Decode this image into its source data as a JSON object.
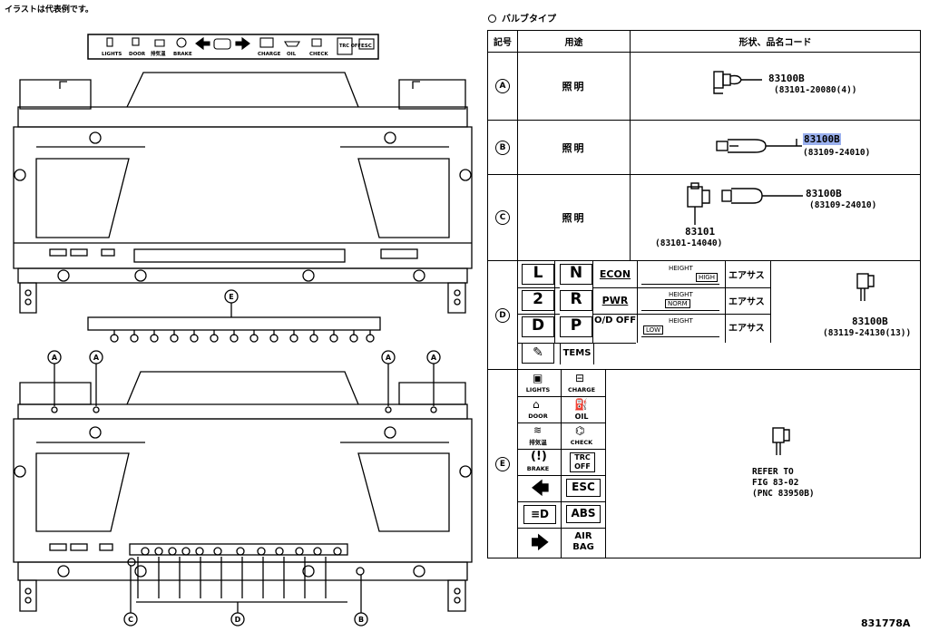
{
  "page": {
    "note": "イラストは代表例です。",
    "section_title": "バルブタイプ",
    "figure_code": "831778A"
  },
  "callouts": {
    "a": "A",
    "b": "B",
    "c": "C",
    "d": "D",
    "e": "E"
  },
  "strip_labels": {
    "lights": "LIGHTS",
    "door": "DOOR",
    "hazard": "排気温",
    "brake": "BRAKE",
    "charge": "CHARGE",
    "oil": "OIL",
    "check": "CHECK",
    "trc_off": "TRC OFF",
    "esc": "ESC"
  },
  "table": {
    "headers": {
      "symbol": "記号",
      "use": "用途",
      "shape": "形状、品名コード"
    },
    "rows": [
      {
        "symbol": "A",
        "use": "照明",
        "part": "83100B",
        "code": "(83101-20080(4))"
      },
      {
        "symbol": "B",
        "use": "照明",
        "part": "83100B",
        "code": "(83109-24010)"
      },
      {
        "symbol": "C",
        "use": "照明",
        "part": "83100B",
        "code": "(83109-24010)",
        "part2": "83101",
        "code2": "(83101-14040)"
      },
      {
        "symbol": "D",
        "part": "83100B",
        "code": "(83119-24130(13))"
      },
      {
        "symbol": "E",
        "refer": [
          "REFER TO",
          "FIG 83-02",
          "(PNC 83950B)"
        ]
      }
    ]
  },
  "d_indicators": {
    "l": "L",
    "n": "N",
    "two": "2",
    "r": "R",
    "d": "D",
    "p": "P",
    "econ": "ECON",
    "pwr": "PWR",
    "od_off": "O/D OFF",
    "height": "HEIGHT",
    "high": "HIGH",
    "norm": "NORM",
    "low": "LOW",
    "airsus": "エアサス",
    "tems": "TEMS"
  },
  "e_indicators": {
    "lights": "LIGHTS",
    "charge": "CHARGE",
    "door": "DOOR",
    "oil": "OIL",
    "hazard": "排気温",
    "check": "CHECK",
    "brake": "BRAKE",
    "trc_off": "TRC OFF",
    "esc": "ESC",
    "abs": "ABS",
    "airbag": "AIR BAG"
  }
}
